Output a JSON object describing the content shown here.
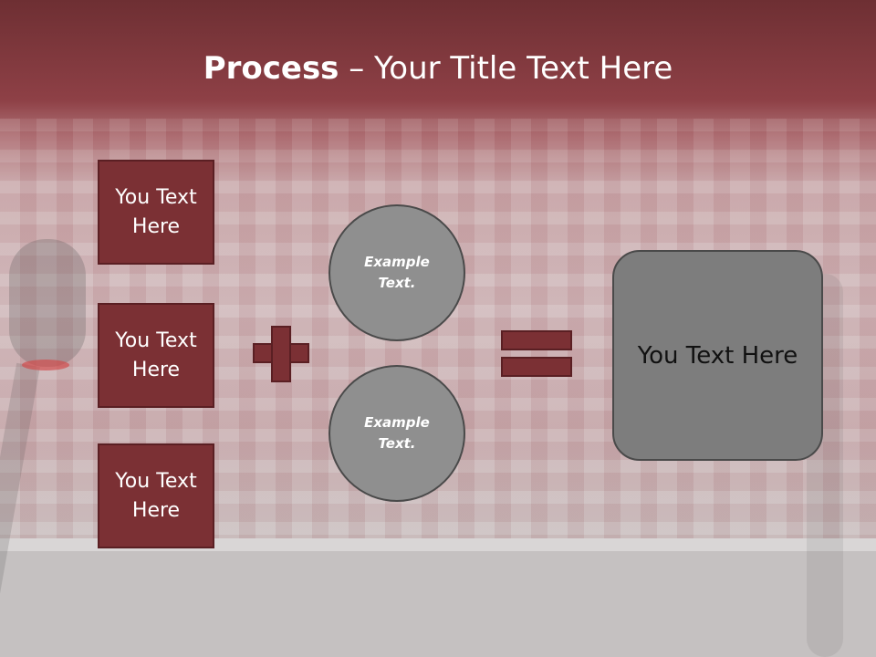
{
  "title": {
    "bold": "Process",
    "rest": " – Your Title Text Here"
  },
  "left_boxes": [
    {
      "label": "You Text Here"
    },
    {
      "label": "You Text Here"
    },
    {
      "label": "You Text Here"
    }
  ],
  "circles": [
    {
      "label": "Example Text."
    },
    {
      "label": "Example Text."
    }
  ],
  "result": {
    "label": "You Text Here"
  },
  "colors": {
    "accent": "#7b3034",
    "circle": "#8f8f8f",
    "result": "#7d7d7d",
    "title_bar": "#7a3438"
  }
}
